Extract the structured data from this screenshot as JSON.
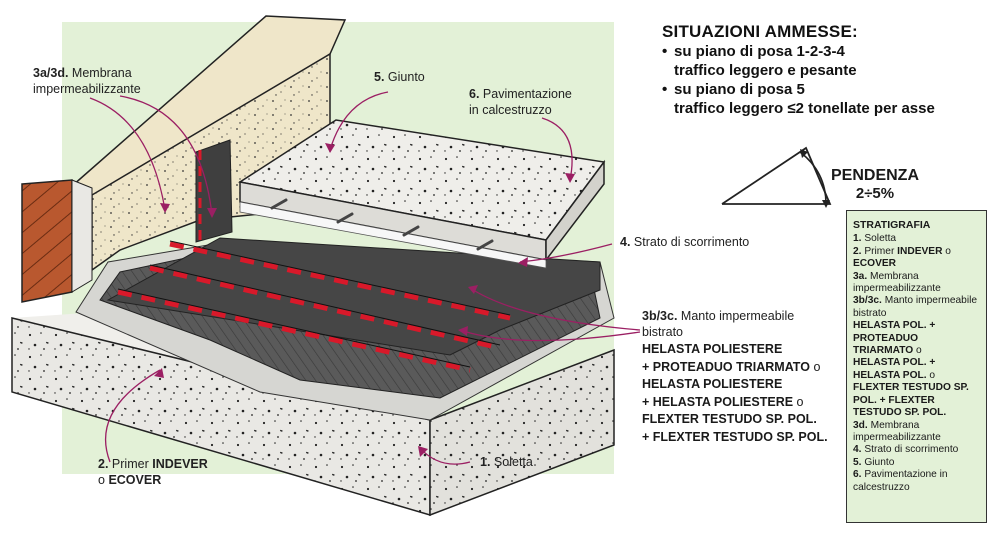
{
  "header": {
    "title": "SITUAZIONI AMMESSE:",
    "bullets": [
      {
        "line1": "su piano di posa 1-2-3-4",
        "line2": "traffico leggero e pesante"
      },
      {
        "line1": "su piano di posa 5",
        "line2": "traffico leggero ≤2 tonellate per asse"
      }
    ]
  },
  "slope": {
    "title": "PENDENZA",
    "value": "2÷5%"
  },
  "labels": {
    "l3a3d_num": "3a/3d.",
    "l3a3d_text1": "Membrana",
    "l3a3d_text2": "impermeabilizzante",
    "l5_num": "5.",
    "l5_text": "Giunto",
    "l6_num": "6.",
    "l6_text1": "Pavimentazione",
    "l6_text2": "in calcestruzzo",
    "l4_num": "4.",
    "l4_text": "Strato di scorrimento",
    "l3b3c_num": "3b/3c.",
    "l3b3c_text1": "Manto impermeabile",
    "l3b3c_text2": "bistrato",
    "l2_num": "2.",
    "l2_text1": "Primer",
    "l2_bold1": "INDEVER",
    "l2_o": "o",
    "l2_bold2": "ECOVER",
    "l1_num": "1.",
    "l1_text": "Soletta"
  },
  "manto_lines": [
    {
      "bold": "HELASTA POLIESTERE",
      "tail": ""
    },
    {
      "bold": "+ PROTEADUO TRIARMATO",
      "tail": "o"
    },
    {
      "bold": "HELASTA POLIESTERE",
      "tail": ""
    },
    {
      "bold": "+ HELASTA POLIESTERE",
      "tail": "o"
    },
    {
      "bold": "FLEXTER TESTUDO SP. POL.",
      "tail": ""
    },
    {
      "bold": "+ FLEXTER TESTUDO SP. POL.",
      "tail": ""
    }
  ],
  "stratigrafia": {
    "title": "STRATIGRAFIA",
    "items": [
      {
        "n": "1.",
        "text": "Soletta"
      },
      {
        "n": "2.",
        "text": "Primer ",
        "b1": "INDEVER",
        "t2": " o",
        "b2": "ECOVER"
      },
      {
        "n": "3a.",
        "text": "Membrana impermeabilizzante"
      },
      {
        "n": "3b/3c.",
        "text": "Manto impermeabile bistrato",
        "b1": "HELASTA POL. + PROTEADUO TRIARMATO",
        "t2": " o",
        "b2": "HELASTA POL. + HELASTA POL.",
        "t3": " o",
        "b3": "FLEXTER TESTUDO SP. POL. + FLEXTER TESTUDO SP. POL."
      },
      {
        "n": "3d.",
        "text": "Membrana impermeabilizzante"
      },
      {
        "n": "4.",
        "text": "Strato di scorrimento"
      },
      {
        "n": "5.",
        "text": "Giunto"
      },
      {
        "n": "6.",
        "text": "Pavimentazione in calcestruzzo"
      }
    ]
  },
  "colors": {
    "background_panel": "#e3f1d7",
    "concrete": "#e9e8e4",
    "wall": "#efe6c9",
    "brick": "#b9582f",
    "membrane": "#4a4a4a",
    "red_stripe": "#d8192a",
    "leader": "#9b1f63"
  }
}
